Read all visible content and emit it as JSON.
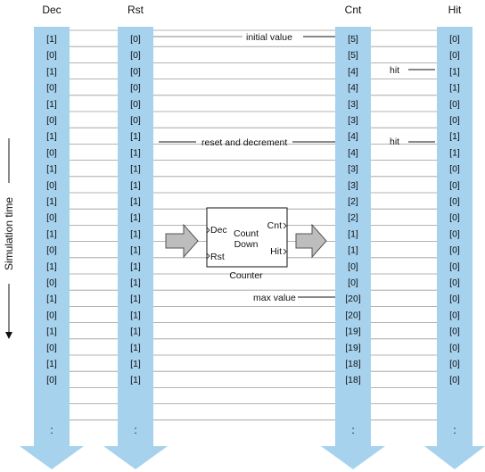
{
  "headers": {
    "dec": "Dec",
    "rst": "Rst",
    "cnt": "Cnt",
    "hit": "Hit"
  },
  "axis_label": "Simulation time",
  "columns": {
    "dec": [
      "[1]",
      "[0]",
      "[1]",
      "[0]",
      "[1]",
      "[0]",
      "[1]",
      "[0]",
      "[1]",
      "[0]",
      "[1]",
      "[0]",
      "[1]",
      "[0]",
      "[1]",
      "[0]",
      "[1]",
      "[0]",
      "[1]",
      "[0]",
      "[1]",
      "[0]"
    ],
    "rst": [
      "[0]",
      "[0]",
      "[0]",
      "[0]",
      "[0]",
      "[0]",
      "[1]",
      "[1]",
      "[1]",
      "[1]",
      "[1]",
      "[1]",
      "[1]",
      "[1]",
      "[1]",
      "[1]",
      "[1]",
      "[1]",
      "[1]",
      "[1]",
      "[1]",
      "[1]"
    ],
    "cnt": [
      "[5]",
      "[5]",
      "[4]",
      "[4]",
      "[3]",
      "[3]",
      "[4]",
      "[4]",
      "[3]",
      "[3]",
      "[2]",
      "[2]",
      "[1]",
      "[1]",
      "[0]",
      "[0]",
      "[20]",
      "[20]",
      "[19]",
      "[19]",
      "[18]",
      "[18]"
    ],
    "hit": [
      "[0]",
      "[0]",
      "[1]",
      "[1]",
      "[0]",
      "[0]",
      "[1]",
      "[1]",
      "[0]",
      "[0]",
      "[0]",
      "[0]",
      "[0]",
      "[0]",
      "[0]",
      "[0]",
      "[0]",
      "[0]",
      "[0]",
      "[0]",
      "[0]",
      "[0]"
    ]
  },
  "ellipsis": ":",
  "annotations": {
    "initial_value": "initial  value",
    "hit": "hit",
    "reset_decrement": "reset and decrement",
    "max_value": "max value"
  },
  "counter_block": {
    "in_dec": "Dec",
    "in_rst": "Rst",
    "out_cnt": "Cnt",
    "out_hit": "Hit",
    "title_line1": "Count",
    "title_line2": "Down",
    "caption": "Counter"
  },
  "colors": {
    "column_fill": "#a6d2ee",
    "arrow_fill": "#bdbdbd",
    "row_line": "#9a9a9a"
  }
}
